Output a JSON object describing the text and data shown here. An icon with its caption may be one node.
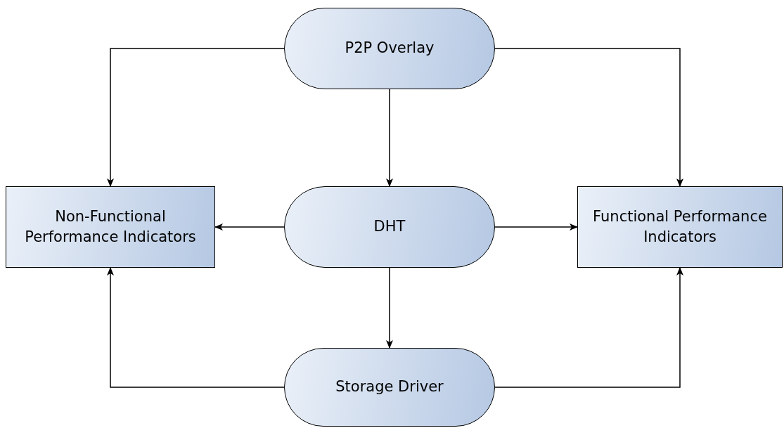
{
  "diagram": {
    "nodes": [
      {
        "text": [
          "P2P Overlay"
        ]
      },
      {
        "text": [
          "Non-Functional Performance Indicators"
        ]
      },
      {
        "text": [
          "DHT"
        ]
      },
      {
        "text": [
          "Functional Performance Indicators"
        ]
      },
      {
        "text": [
          "Storage Driver"
        ]
      }
    ],
    "edges": [
      {
        "from": 0,
        "to": 1,
        "arrow": "to"
      },
      {
        "from": 0,
        "to": 2,
        "arrow": "to"
      },
      {
        "from": 0,
        "to": 3,
        "arrow": "to"
      },
      {
        "from": 2,
        "to": 1,
        "arrow": "to"
      },
      {
        "from": 2,
        "to": 3,
        "arrow": "to"
      },
      {
        "from": 2,
        "to": 4,
        "arrow": "to"
      },
      {
        "from": 4,
        "to": 1,
        "arrow": "to"
      },
      {
        "from": 4,
        "to": 3,
        "arrow": "to"
      }
    ]
  }
}
